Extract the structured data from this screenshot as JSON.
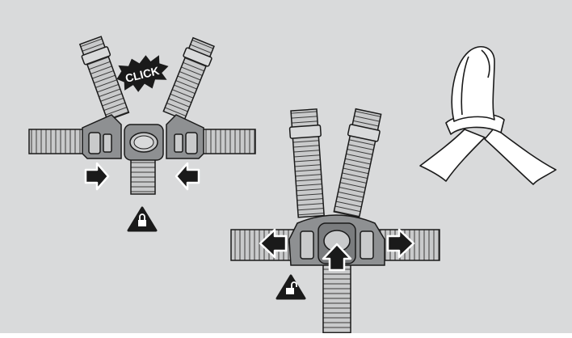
{
  "figure": {
    "background": "#d9dadb",
    "line_color": "#1a1a1a",
    "strap_fill": "#c9cacb",
    "buckle_fill": "#8e9092",
    "panels": [
      {
        "id": "fasten",
        "steps": [
          "insert-left-tongue",
          "insert-right-tongue"
        ],
        "indicator": "locked-padlock-icon"
      },
      {
        "id": "release",
        "steps": [
          "press-release-button",
          "pull-tongues-out"
        ],
        "indicator": "unlocked-padlock-icon"
      },
      {
        "id": "shoulder-pad",
        "steps": [
          "thread-strap-through-pad"
        ]
      }
    ],
    "click_label": "CLICK"
  }
}
